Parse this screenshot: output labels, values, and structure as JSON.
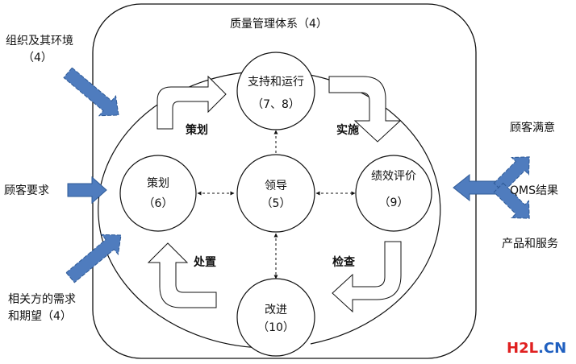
{
  "title": "质量管理体系（4）",
  "center": {
    "line1": "领导",
    "line2": "（5）"
  },
  "nodes": {
    "support": {
      "line1": "支持和运行",
      "line2": "（7、8）"
    },
    "plan": {
      "line1": "策划",
      "line2": "（6）"
    },
    "eval": {
      "line1": "绩效评价",
      "line2": "（9）"
    },
    "improve": {
      "line1": "改进",
      "line2": "（10）"
    }
  },
  "cycle_labels": {
    "plan": "策划",
    "do": "实施",
    "check": "检查",
    "act": "处置"
  },
  "inputs": {
    "org_line1": "组织及其环境",
    "org_line2": "（4）",
    "customer_req": "顾客要求",
    "interested_line1": "相关方的需求",
    "interested_line2": "和期望（4）"
  },
  "outputs": {
    "satisfaction": "顾客满意",
    "qms_results": "QMS结果",
    "products": "产品和服务"
  },
  "watermark": {
    "part1": "H2L",
    "part2": ".CN"
  },
  "colors": {
    "arrow_fill": "#4f7cbe",
    "arrow_stroke": "#2e5a97",
    "watermark_red": "#e02020",
    "watermark_blue": "#2060c0"
  }
}
